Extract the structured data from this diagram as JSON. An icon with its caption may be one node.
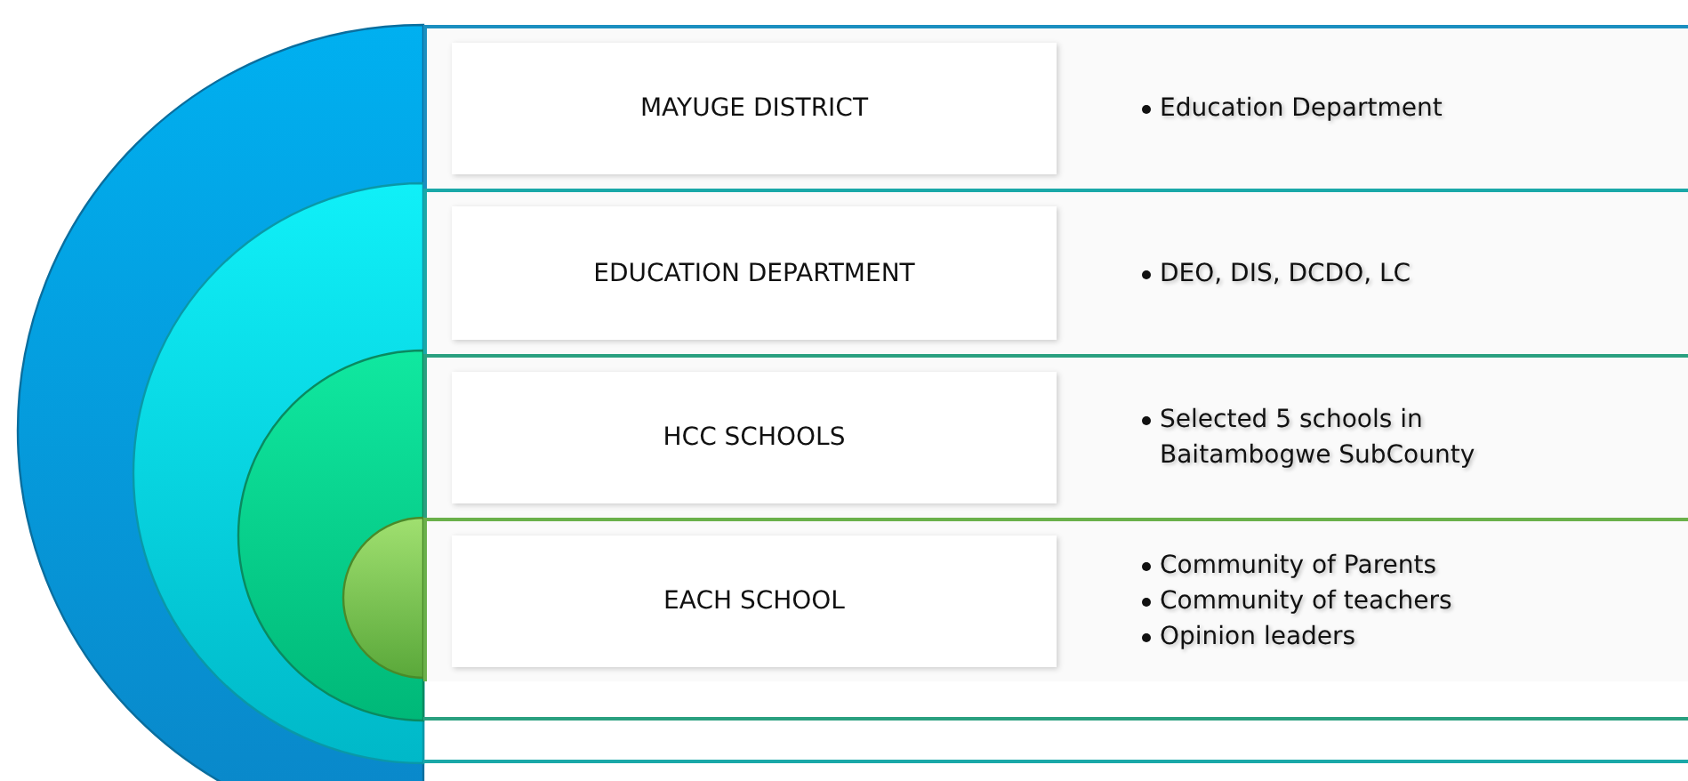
{
  "diagram": {
    "nodes": [
      {
        "text": [
          "MAYUGE DISTRICT",
          "Education Department"
        ]
      },
      {
        "text": [
          "EDUCATION DEPARTMENT",
          "DEO, DIS, DCDO, LC"
        ]
      },
      {
        "text": [
          "HCC SCHOOLS",
          "Selected 5 schools in Baitambogwe SubCounty"
        ]
      },
      {
        "text": [
          "EACH SCHOOL",
          "Community of Parents",
          "Community of teachers",
          "Opinion leaders"
        ]
      }
    ]
  }
}
